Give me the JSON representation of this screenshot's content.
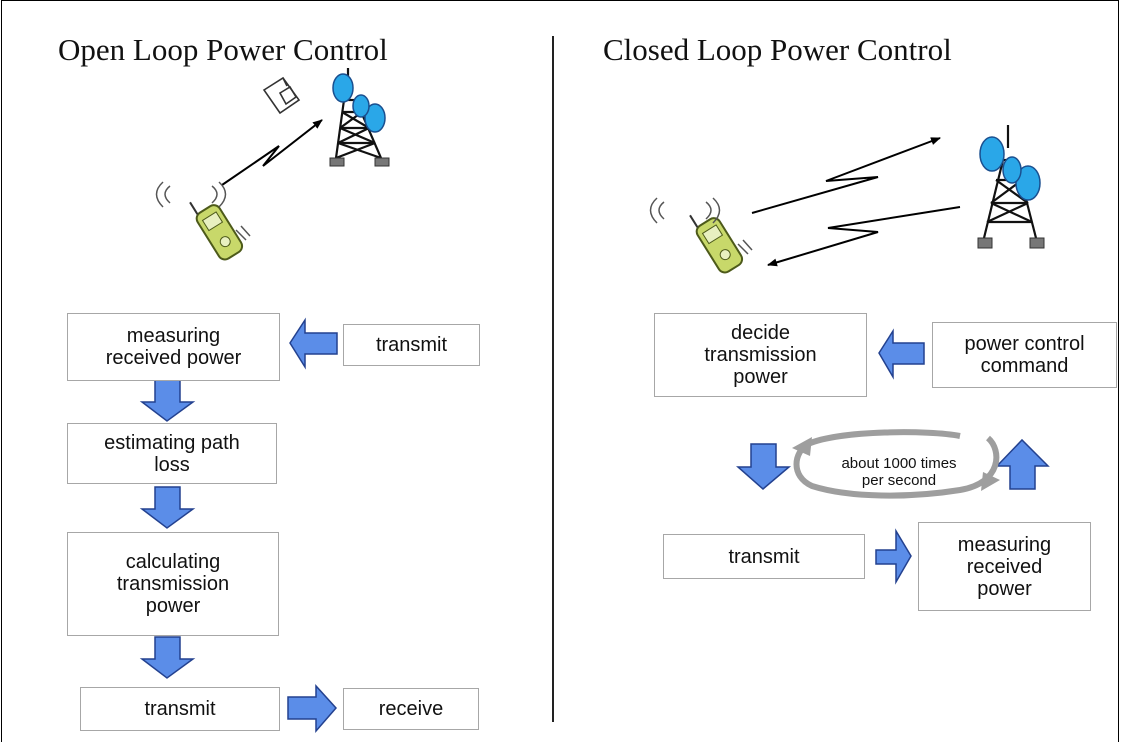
{
  "colors": {
    "arrow_fill": "#5b8de8",
    "arrow_stroke": "#23418f",
    "loop": "#9e9e9e",
    "antenna": "#2aa7e8",
    "phone": "#a4b83f"
  },
  "open_loop": {
    "title": "Open Loop Power Control",
    "steps": {
      "measure": "measuring\nreceived power",
      "estimate": "estimating path\nloss",
      "calculate": "calculating\ntransmission\npower",
      "transmit": "transmit"
    },
    "transmit_in": "transmit",
    "receive": "receive"
  },
  "closed_loop": {
    "title": "Closed Loop Power Control",
    "decide": "decide\ntransmission\npower",
    "command": "power control\ncommand",
    "loop_label": "about 1000 times\nper second",
    "transmit": "transmit",
    "measure": "measuring\nreceived\npower"
  }
}
